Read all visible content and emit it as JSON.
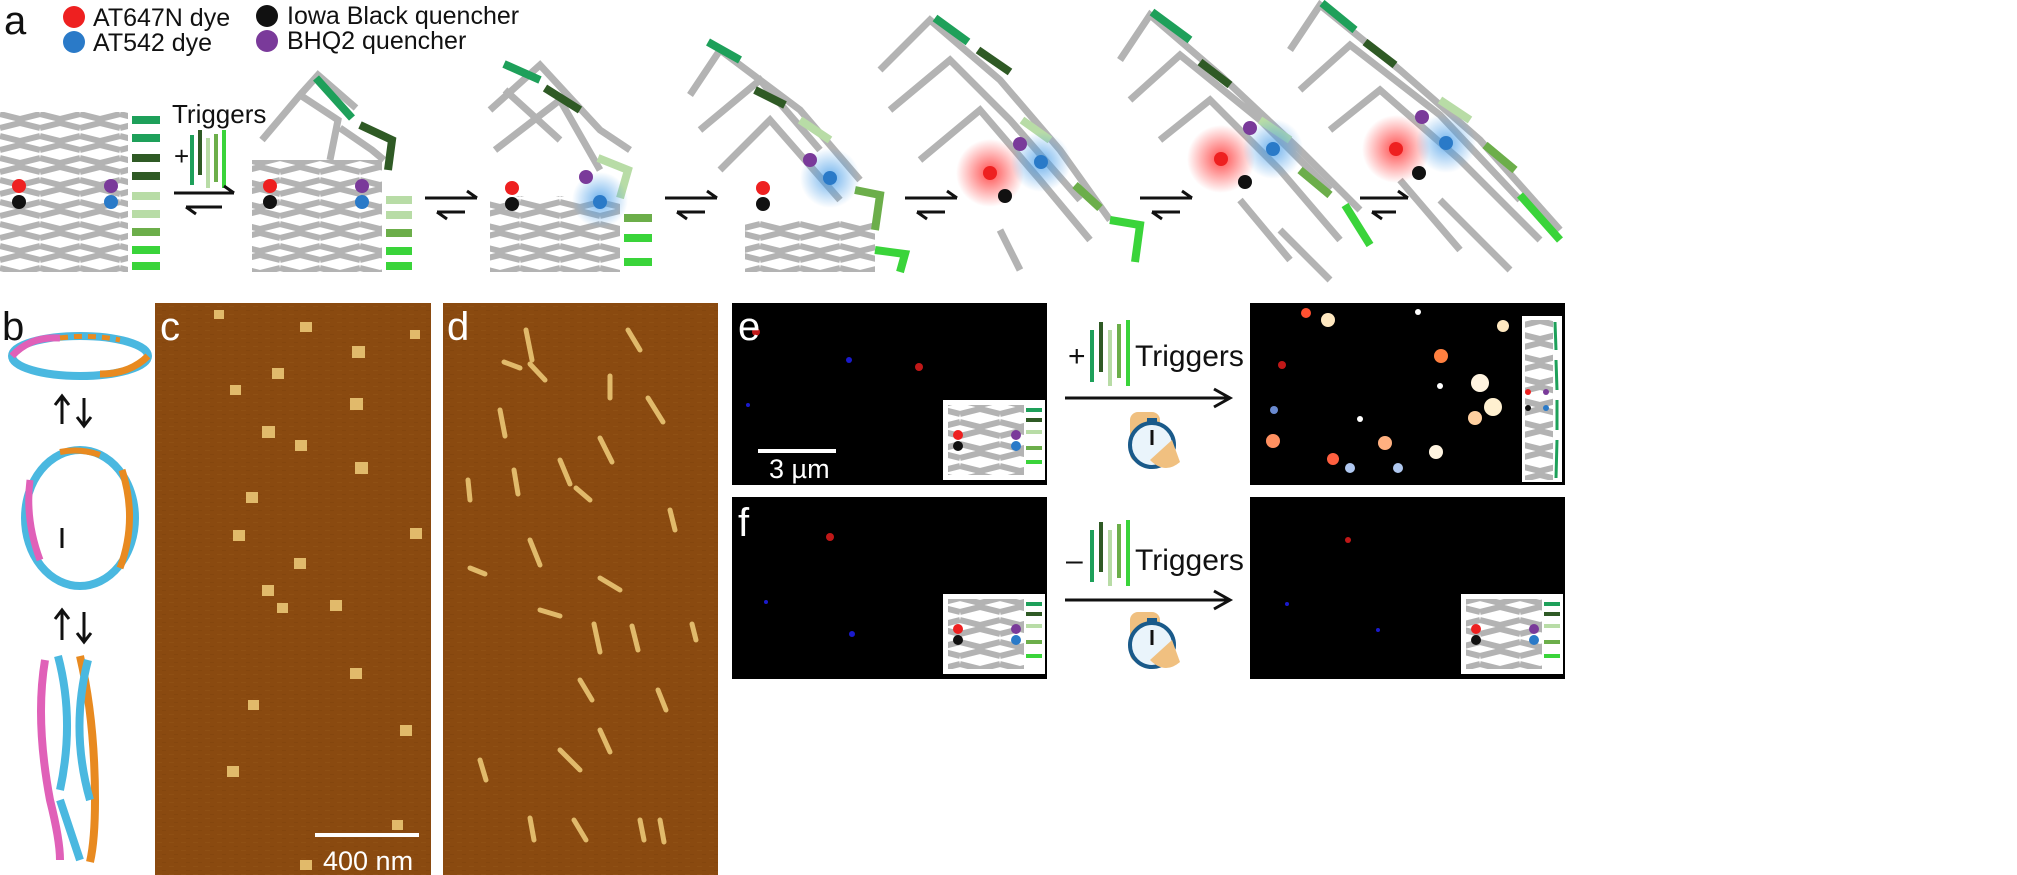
{
  "panels": {
    "a": "a",
    "b": "b",
    "c": "c",
    "d": "d",
    "e": "e",
    "f": "f"
  },
  "legend": [
    {
      "label": "AT647N dye",
      "color": "#ee2020"
    },
    {
      "label": "AT542 dye",
      "color": "#2a7ac8"
    },
    {
      "label": "Iowa Black quencher",
      "color": "#111111"
    },
    {
      "label": "BHQ2 quencher",
      "color": "#7a3a9a"
    }
  ],
  "panel_a": {
    "triggers_label": "Triggers",
    "plus_sign": "+"
  },
  "panel_c": {
    "scale_label": "400 nm"
  },
  "panel_e": {
    "scale_label": "3 µm",
    "sign": "+",
    "triggers_label": "Triggers"
  },
  "panel_f": {
    "sign": "–",
    "triggers_label": "Triggers"
  },
  "colors": {
    "gray_strut": "#b3b3b3",
    "green_bright": "#3ad43a",
    "green_mid": "#1ea05a",
    "green_dark": "#2f5a25",
    "green_light": "#b8dca6",
    "green_olive": "#6cae4a",
    "afm_bg": "#8a4a10",
    "afm_feature": "#e6c070"
  }
}
